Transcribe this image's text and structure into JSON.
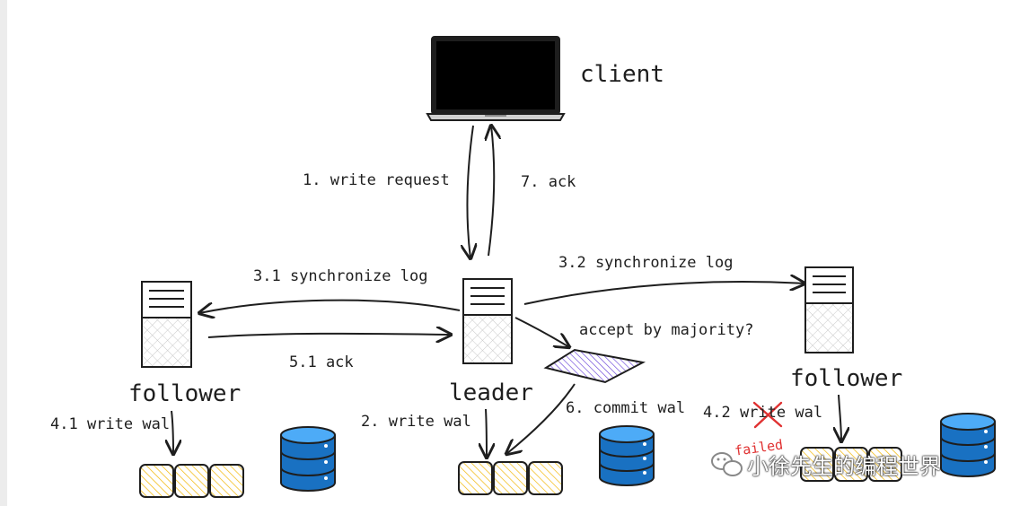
{
  "labels": {
    "client": "client",
    "write_request": "1. write request",
    "ack_client": "7. ack",
    "sync_left": "3.1 synchronize log",
    "sync_right": "3.2 synchronize log",
    "ack_51": "5.1 ack",
    "accept": "accept by majority?",
    "follower_left": "follower",
    "leader": "leader",
    "follower_right": "follower",
    "write_wal_41": "4.1 write wal",
    "write_wal_2": "2. write wal",
    "commit_wal": "6. commit wal",
    "write_wal_42": "4.2 write wal",
    "failed": "failed"
  },
  "watermark": "小徐先生的编程世界",
  "colors": {
    "ink": "#1e1e1e",
    "wal_fill": "#fff3bf",
    "wal_hatch": "#f2b705",
    "db_blue": "#1971c2",
    "db_light": "#4dabf7",
    "diamond": "#6741d9",
    "fail_red": "#e03131"
  }
}
